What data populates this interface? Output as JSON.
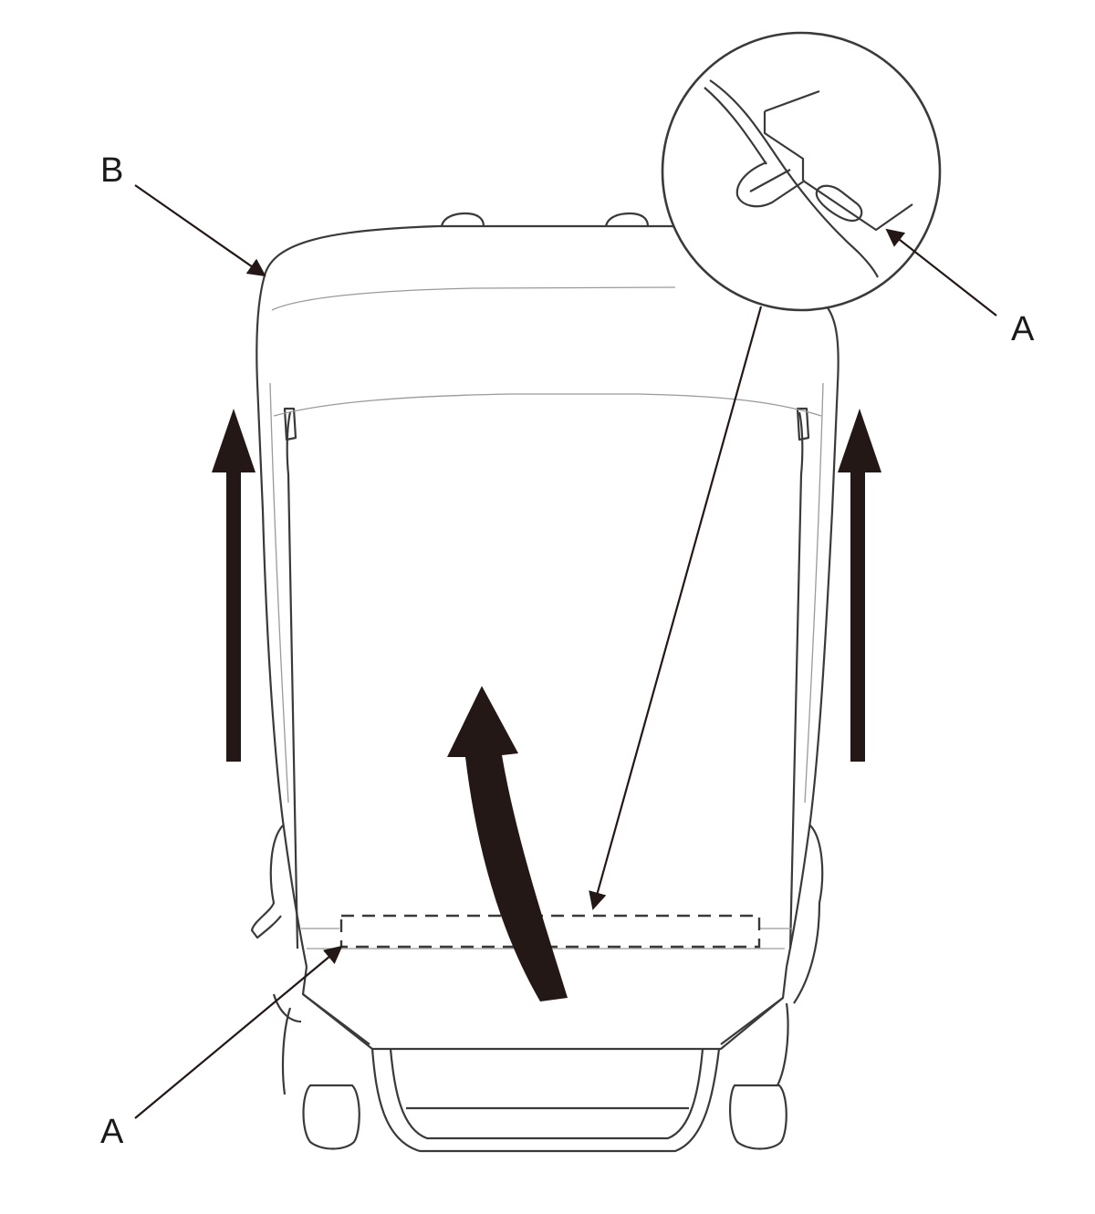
{
  "labels": {
    "b": "B",
    "a_top": "A",
    "a_bottom": "A"
  },
  "colors": {
    "line": "#3a3a3a",
    "thin_line": "#9a9a9a",
    "arrow": "#231815"
  }
}
